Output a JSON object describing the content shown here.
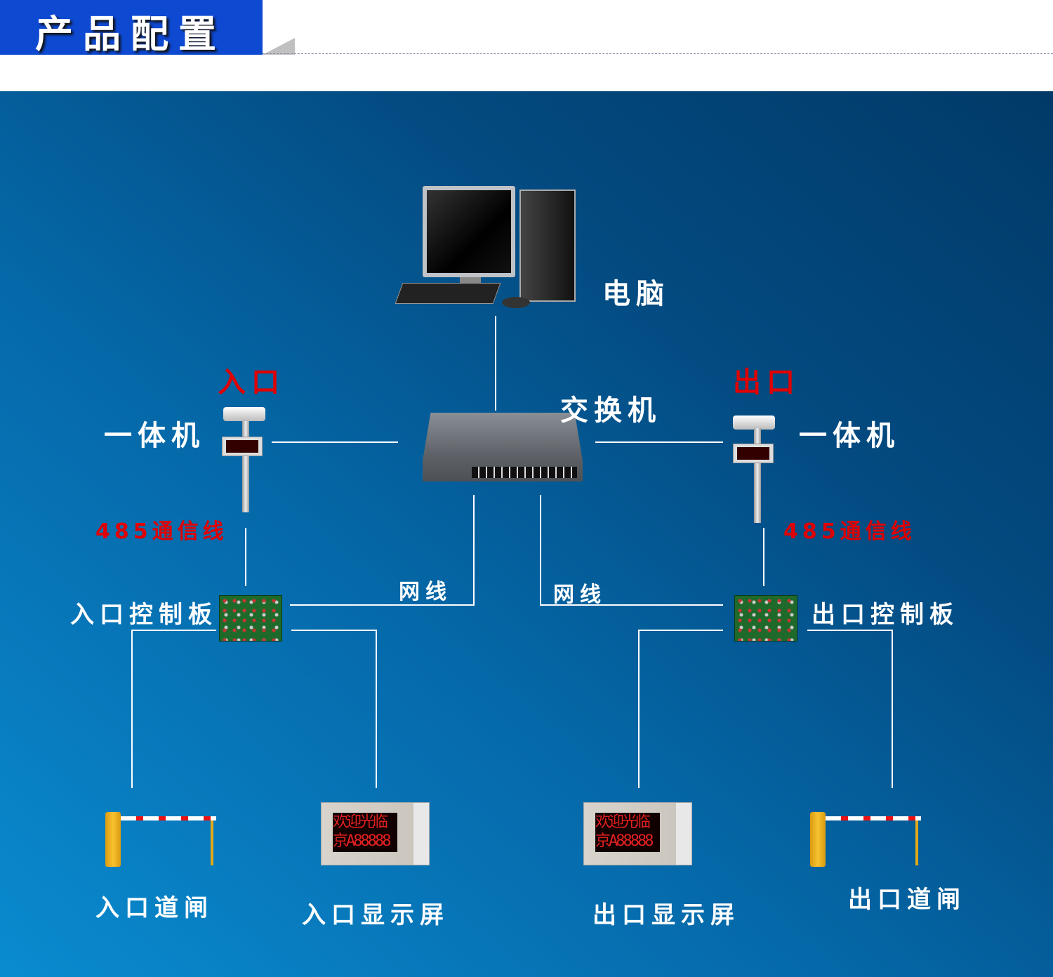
{
  "header": {
    "title": "产品配置"
  },
  "labels": {
    "computer": "电脑",
    "switch": "交换机",
    "entrance": "入口",
    "exit": "出口",
    "all_in_one_left": "一体机",
    "all_in_one_right": "一体机",
    "rs485_left": "485通信线",
    "rs485_right": "485通信线",
    "network_left": "网线",
    "network_right": "网线",
    "entrance_board": "入口控制板",
    "exit_board": "出口控制板",
    "entrance_gate": "入口道闸",
    "entrance_display": "入口显示屏",
    "exit_display": "出口显示屏",
    "exit_gate": "出口道闸"
  },
  "display_screen": {
    "line1": "欢迎光临",
    "line2": "京A88888"
  },
  "colors": {
    "header_bg": "#0e49d2",
    "accent_red": "#e00000",
    "line": "#ffffff"
  }
}
